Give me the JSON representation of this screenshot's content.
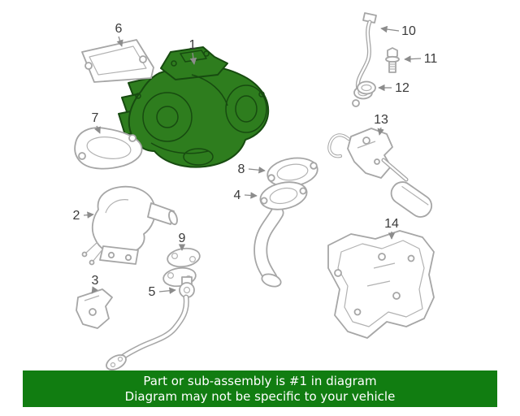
{
  "diagram": {
    "part_labels": [
      "1",
      "2",
      "3",
      "4",
      "5",
      "6",
      "7",
      "8",
      "9",
      "10",
      "11",
      "12",
      "13",
      "14"
    ],
    "highlighted_part": "1"
  },
  "banner": {
    "line1": "Part or sub-assembly is #1 in diagram",
    "line2": "Diagram may not be specific to your vehicle"
  },
  "colors": {
    "highlight_green": "#2e7d1e",
    "highlight_green_dark": "#174b10",
    "banner_green": "#117d11",
    "line_art_gray": "#a6a6a6",
    "label_text": "#3a3a3a",
    "banner_text": "#ffffff",
    "background": "#ffffff"
  }
}
